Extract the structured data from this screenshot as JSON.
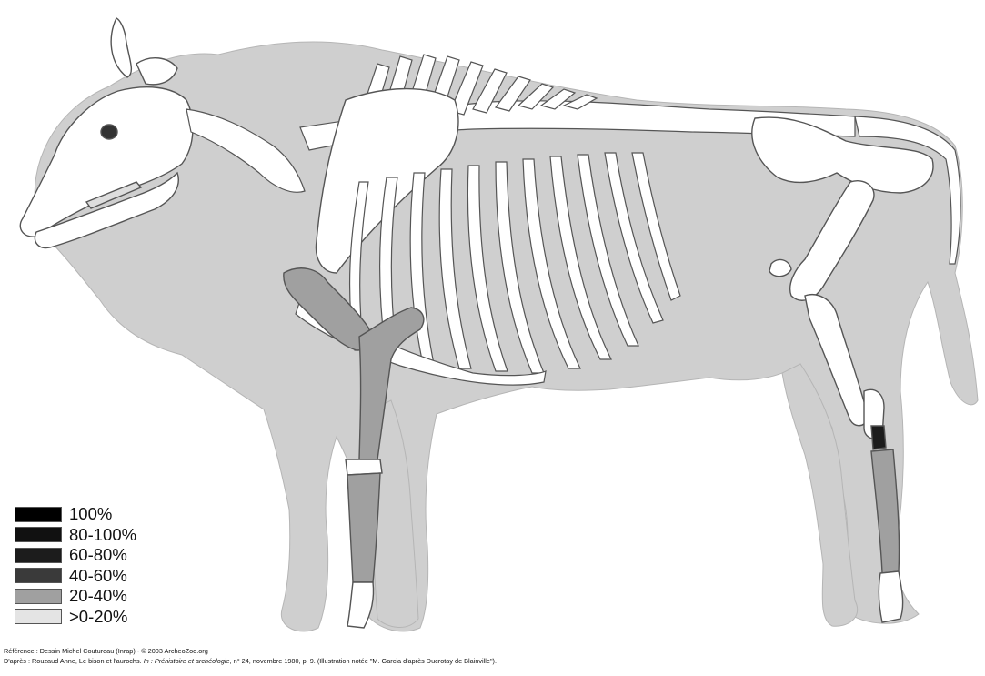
{
  "legend": {
    "items": [
      {
        "label": "100%",
        "color": "#000000"
      },
      {
        "label": "80-100%",
        "color": "#111111"
      },
      {
        "label": "60-80%",
        "color": "#1c1c1c"
      },
      {
        "label": "40-60%",
        "color": "#3a3a3a"
      },
      {
        "label": "20-40%",
        "color": "#a0a0a0"
      },
      {
        "label": ">0-20%",
        "color": "#e4e4e4"
      }
    ]
  },
  "credits": {
    "line1": "Référence : Dessin Michel Coutureau (Inrap) - © 2003 ArcheoZoo.org",
    "line2_a": "D'après : Rouzaud Anne, Le bison et l'aurochs. ",
    "line2_b": "In : Préhistoire et archéologie",
    "line2_c": ", n° 24, novembre 1980, p. 9. (Illustration notée \"M. Garcia d'après Ducrotay de Blainville\")."
  },
  "colors": {
    "silhouette": "#cfcfcf",
    "bone": "#ffffff",
    "bone_outline": "#555555",
    "bone_20_40": "#a0a0a0",
    "bone_60_80": "#1c1c1c"
  }
}
